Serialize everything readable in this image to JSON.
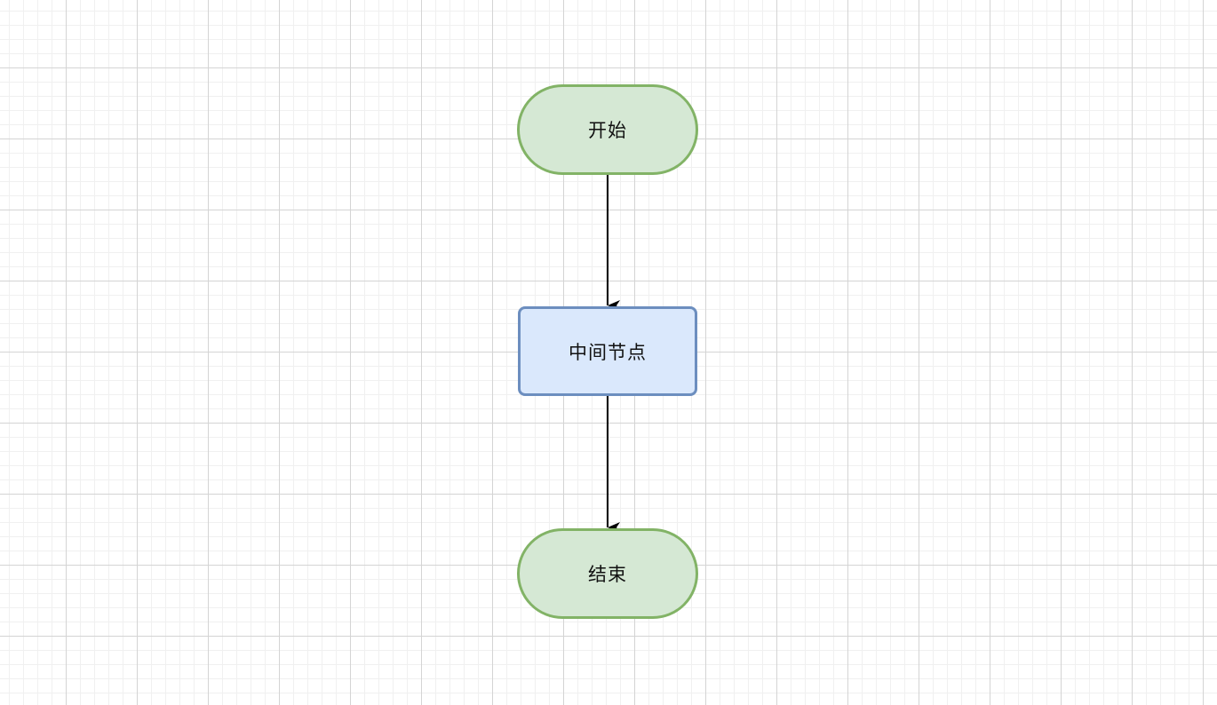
{
  "diagram": {
    "nodes": [
      {
        "id": "start",
        "label": "开始",
        "shape": "terminator",
        "fill": "#d5e8d4",
        "stroke": "#82b366"
      },
      {
        "id": "middle",
        "label": "中间节点",
        "shape": "process",
        "fill": "#dae8fc",
        "stroke": "#6c8ebf"
      },
      {
        "id": "end",
        "label": "结束",
        "shape": "terminator",
        "fill": "#d5e8d4",
        "stroke": "#82b366"
      }
    ],
    "edges": [
      {
        "from": "start",
        "to": "middle",
        "color": "#000000"
      },
      {
        "from": "middle",
        "to": "end",
        "color": "#000000"
      }
    ]
  }
}
